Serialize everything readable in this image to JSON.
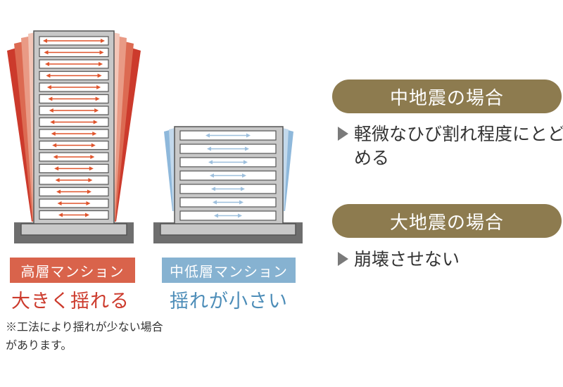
{
  "colors": {
    "pill_bg": "#8d7b4f",
    "high_accent": "#cc3a2c",
    "high_label_bg": "#d9634b",
    "low_accent": "#4d8db8",
    "low_label_bg": "#86b2d1",
    "ground": "#6e6e6e",
    "building_frame": "#c8c8c8",
    "building_outline": "#555555"
  },
  "buildings": [
    {
      "id": "high-rise",
      "label": "高層マンション",
      "caption": "大きく揺れる",
      "floors": 16,
      "arrow_color": "#e0542c",
      "sway_color": "#cc3a2c"
    },
    {
      "id": "mid-low-rise",
      "label": "中低層マンション",
      "caption": "揺れが小さい",
      "floors": 7,
      "arrow_color": "#9ec0de",
      "sway_color": "#8eb8db"
    }
  ],
  "note": "※工法により揺れが少ない場合があります。",
  "panels": [
    {
      "title": "中地震の場合",
      "text": "軽微なひび割れ程度にとどめる"
    },
    {
      "title": "大地震の場合",
      "text": "崩壊させない"
    }
  ]
}
